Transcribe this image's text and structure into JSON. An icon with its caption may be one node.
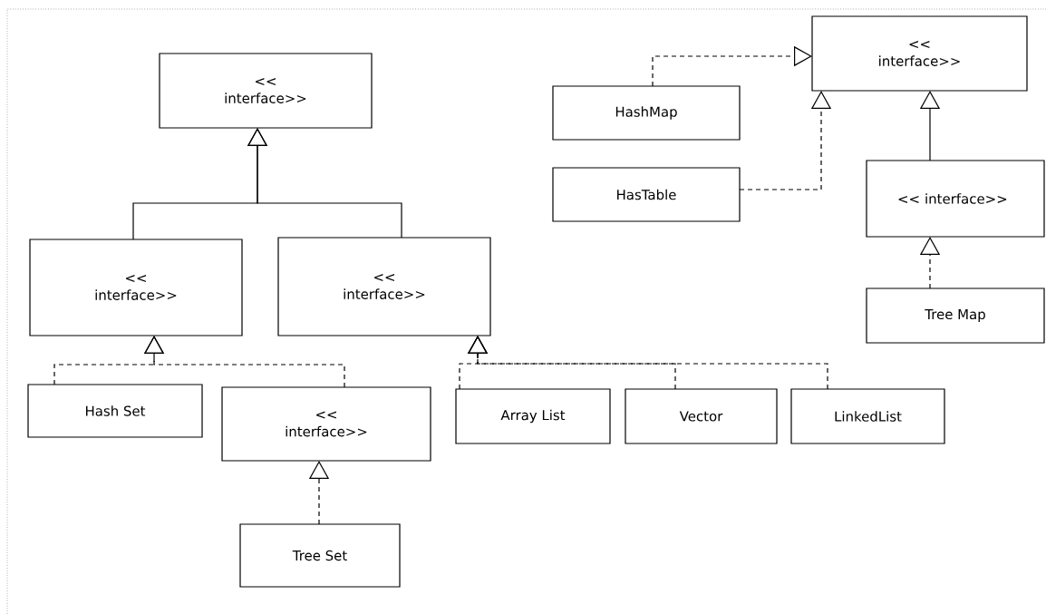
{
  "diagram": {
    "nodes": [
      {
        "text": [
          "<< interface>>"
        ]
      },
      {
        "text": [
          "<< interface>>"
        ]
      },
      {
        "text": [
          "<< interface>>"
        ]
      },
      {
        "text": [
          "Hash Set"
        ]
      },
      {
        "text": [
          "<< interface>>"
        ]
      },
      {
        "text": [
          "Tree Set"
        ]
      },
      {
        "text": [
          "Array List"
        ]
      },
      {
        "text": [
          "Vector"
        ]
      },
      {
        "text": [
          "LinkedList"
        ]
      },
      {
        "text": [
          "HashMap"
        ]
      },
      {
        "text": [
          "HasTable"
        ]
      },
      {
        "text": [
          "<< interface>>"
        ]
      },
      {
        "text": [
          "<< interface>>"
        ]
      },
      {
        "text": [
          "Tree Map"
        ]
      }
    ],
    "edges": [
      {
        "from": 1,
        "to": 0,
        "arrow": "to"
      },
      {
        "from": 2,
        "to": 0,
        "arrow": "to"
      },
      {
        "from": 3,
        "to": 1,
        "arrow": "to",
        "style": "dashed"
      },
      {
        "from": 4,
        "to": 1,
        "arrow": "to",
        "style": "dashed"
      },
      {
        "from": 5,
        "to": 4,
        "arrow": "to",
        "style": "dashed"
      },
      {
        "from": 6,
        "to": 2,
        "arrow": "to",
        "style": "dashed"
      },
      {
        "from": 7,
        "to": 2,
        "arrow": "to",
        "style": "dashed"
      },
      {
        "from": 8,
        "to": 2,
        "arrow": "to",
        "style": "dashed"
      },
      {
        "from": 9,
        "to": 11,
        "arrow": "to",
        "style": "dashed"
      },
      {
        "from": 10,
        "to": 11,
        "arrow": "to",
        "style": "dashed"
      },
      {
        "from": 12,
        "to": 11,
        "arrow": "to"
      },
      {
        "from": 13,
        "to": 12,
        "arrow": "to",
        "style": "dashed"
      }
    ]
  }
}
